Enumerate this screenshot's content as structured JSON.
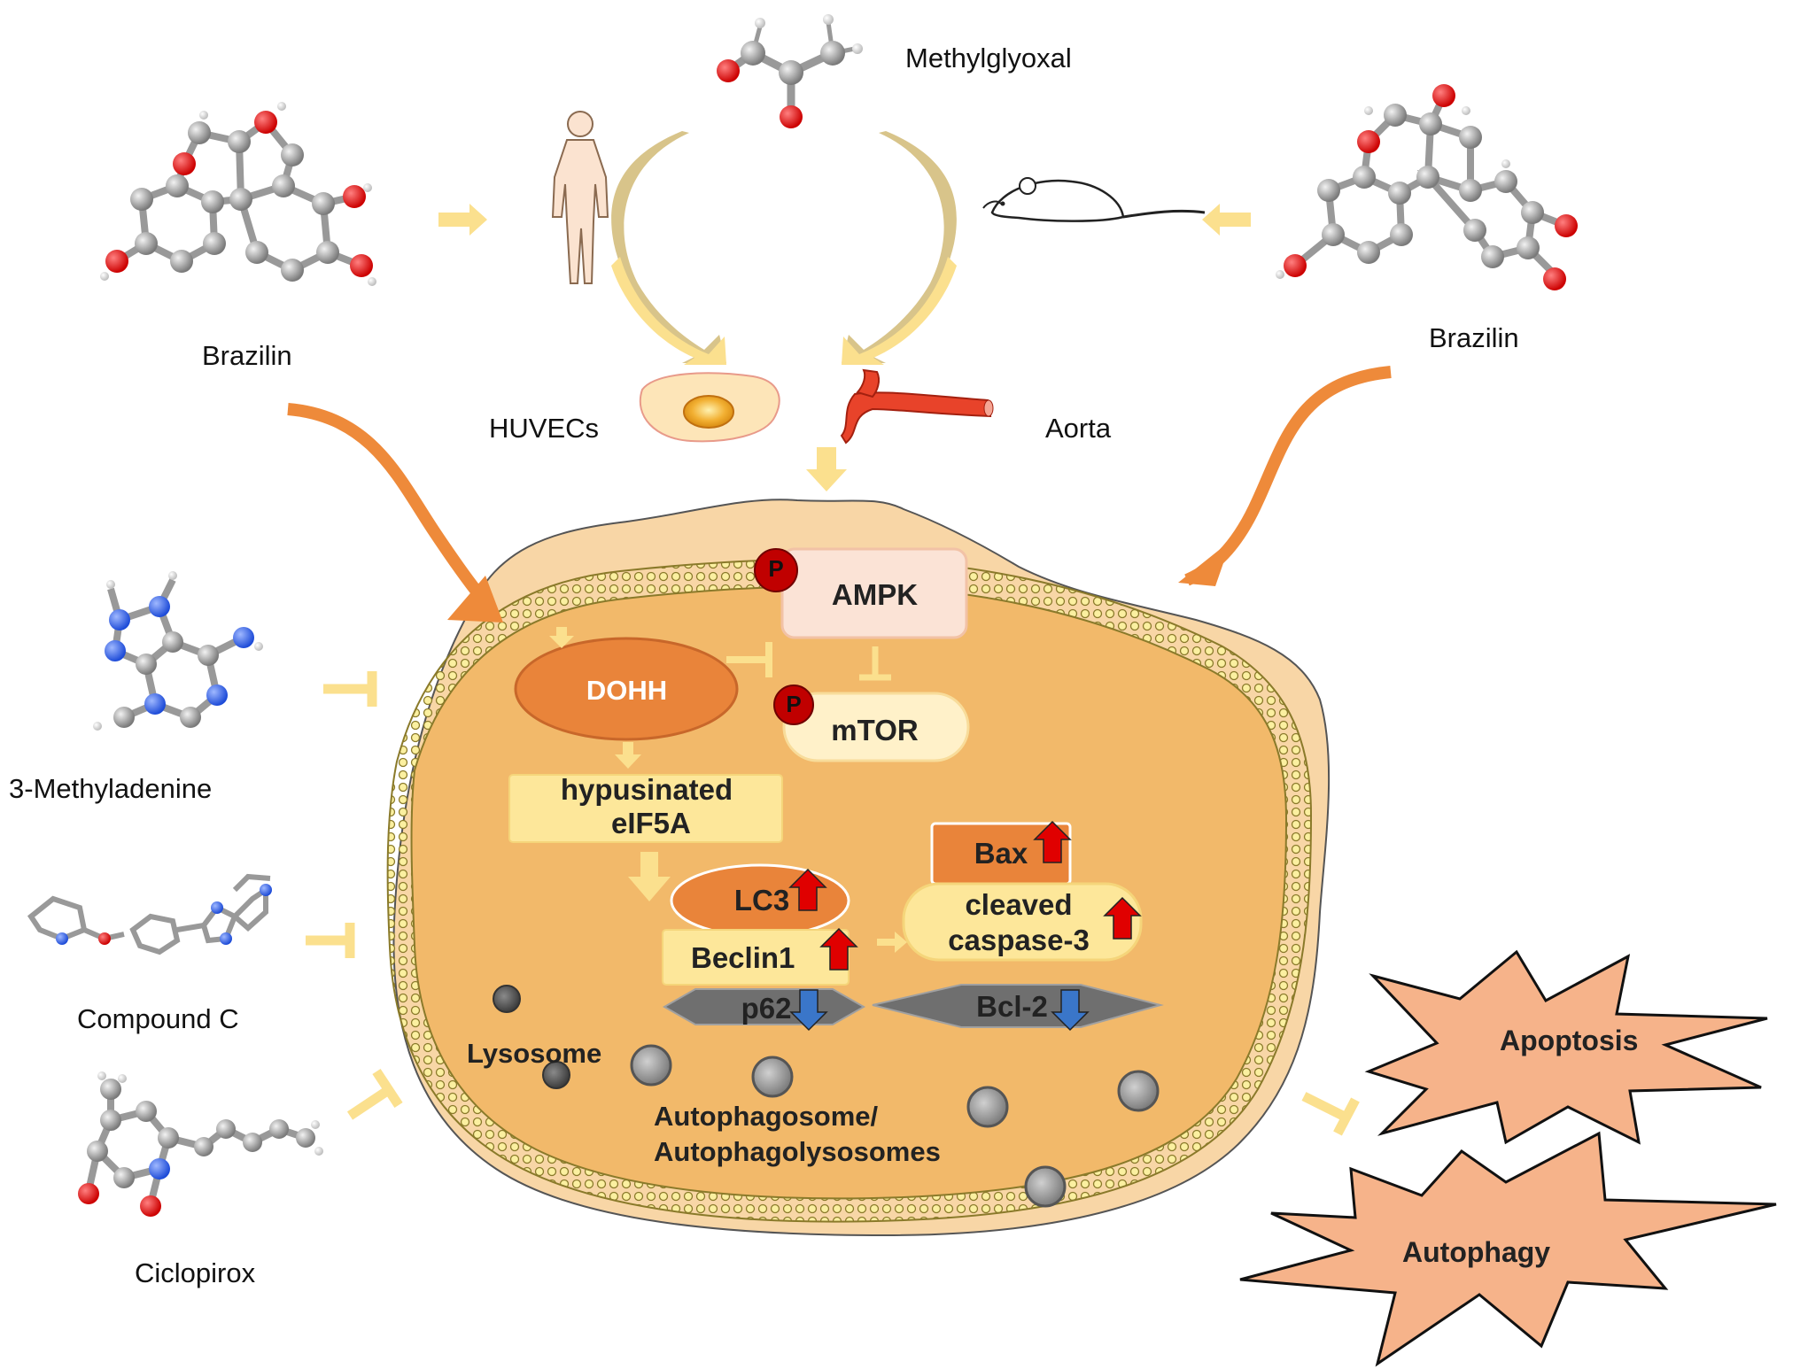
{
  "molecules": {
    "brazilin_left": "Brazilin",
    "brazilin_right": "Brazilin",
    "methylglyoxal": "Methylglyoxal",
    "methyladenine": "3-Methyladenine",
    "compound_c": "Compound C",
    "ciclopirox": "Ciclopirox"
  },
  "models": {
    "huvecs": "HUVECs",
    "aorta": "Aorta"
  },
  "cell": {
    "ampk": "AMPK",
    "mtor": "mTOR",
    "phospho": "P",
    "dohh": "DOHH",
    "eif5a_line1": "hypusinated",
    "eif5a_line2": "eIF5A",
    "lc3": "LC3",
    "beclin1": "Beclin1",
    "p62": "p62",
    "bax": "Bax",
    "caspase_line1": "cleaved",
    "caspase_line2": "caspase-3",
    "bcl2": "Bcl-2",
    "lysosome": "Lysosome",
    "autophagosome_line1": "Autophagosome/",
    "autophagosome_line2": "Autophagolysosomes"
  },
  "outcomes": {
    "apoptosis": "Apoptosis",
    "autophagy": "Autophagy"
  },
  "colors": {
    "cell_fill": "#f2b96a",
    "cell_outer": "#f8d6a6",
    "dohh": "#e9843a",
    "lc3": "#e9843a",
    "bax": "#e9843a",
    "pale_box": "#fde79a",
    "ampk": "#fbe3d6",
    "orange_arrow": "#ee8a3a",
    "yellow_arrow": "#fbe08e",
    "burst": "#f6b38a",
    "phospho": "#c00000",
    "up_arrow": "#e00000",
    "down_arrow": "#3a76c9"
  }
}
